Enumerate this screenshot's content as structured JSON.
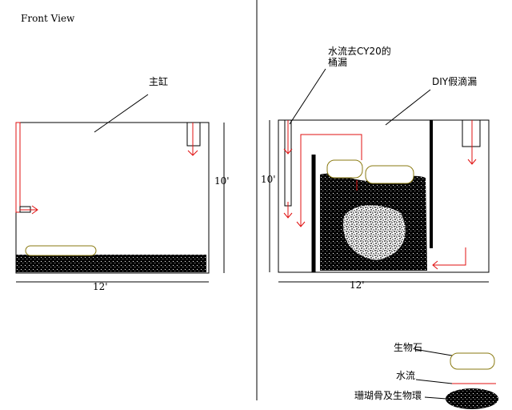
{
  "title": "Front View",
  "left_tank": {
    "label": "主缸",
    "width_label": "12'",
    "height_label": "10'"
  },
  "right_tank": {
    "bucket_label_line1": "水流去CY20的",
    "bucket_label_line2": "桶漏",
    "drip_label": "DIY假滴漏",
    "width_label": "12'",
    "height_label": "10'"
  },
  "legend": {
    "bio_stone": "生物石",
    "water_flow": "水流",
    "coral_bone": "珊瑚骨及生物環"
  },
  "colors": {
    "flow": "#e01010",
    "bio_stone": "#8a7a10",
    "line": "#000000"
  }
}
